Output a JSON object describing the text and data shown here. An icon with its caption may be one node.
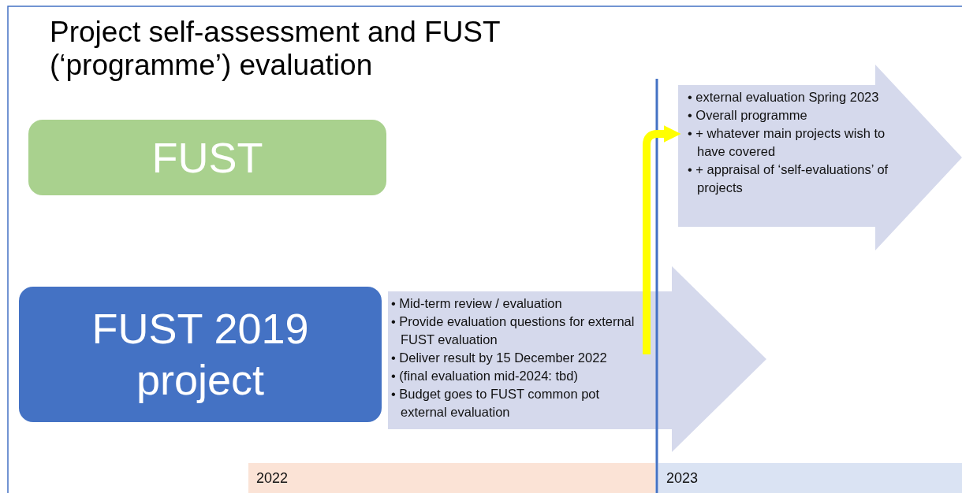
{
  "diagram": {
    "title": "Project self-assessment and FUST (‘programme’) evaluation",
    "nodes": [
      {
        "text": [
          "FUST"
        ]
      },
      {
        "text": [
          "FUST 2019 project"
        ]
      },
      {
        "text": [
          "• Mid-term review / evaluation",
          "• Provide evaluation questions for external FUST evaluation",
          "• Deliver result by 15 December 2022",
          "• (final evaluation mid-2024: tbd)",
          "• Budget goes to FUST common pot external evaluation"
        ]
      },
      {
        "text": [
          "• external evaluation Spring 2023",
          "• Overall programme",
          "• + whatever main projects wish to have covered",
          "• + appraisal of ‘self-evaluations’ of projects"
        ]
      },
      {
        "text": [
          "2022"
        ]
      },
      {
        "text": [
          "2023"
        ]
      }
    ],
    "edges": [
      {
        "from": 2,
        "to": 3,
        "arrow": "to",
        "color": "#ffff00"
      }
    ]
  }
}
